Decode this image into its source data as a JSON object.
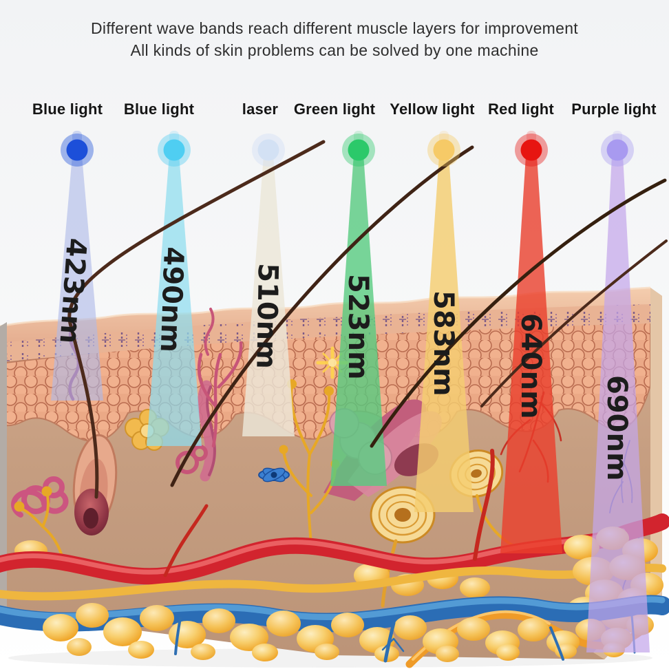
{
  "title": {
    "line1": "Different wave bands reach different muscle layers for improvement",
    "line2": "All kinds of skin problems can be solved by one machine"
  },
  "lights": [
    {
      "label": "Blue light",
      "wavelength": "423nm",
      "dot_color": "#1c4fd9",
      "beam_color": "#aeb9e8"
    },
    {
      "label": "Blue light",
      "wavelength": "490nm",
      "dot_color": "#4fcef2",
      "beam_color": "#8edcee"
    },
    {
      "label": "laser",
      "wavelength": "510nm",
      "dot_color": "#d3e1f4",
      "beam_color": "#ece7d8"
    },
    {
      "label": "Green light",
      "wavelength": "523nm",
      "dot_color": "#2bc96a",
      "beam_color": "#57ca7f"
    },
    {
      "label": "Yellow light",
      "wavelength": "583nm",
      "dot_color": "#f6ca67",
      "beam_color": "#f4cd70"
    },
    {
      "label": "Red light",
      "wavelength": "640nm",
      "dot_color": "#e71511",
      "beam_color": "#ea3f2c"
    },
    {
      "label": "Purple light",
      "wavelength": "690nm",
      "dot_color": "#a89af0",
      "beam_color": "#c3a6ea"
    }
  ],
  "colors": {
    "background": "#f4f5f6",
    "skin_surface": "#eec0a0",
    "epidermis": "#f0ad8b",
    "dermis": "#c8a285",
    "artery": "#d2242e",
    "artery_highlight": "#ee6b6b",
    "vein": "#2b6db5",
    "vein_highlight": "#58a0d8",
    "nerve": "#efb63f",
    "nerve_deep": "#e7a826",
    "fat": "#f3b33c",
    "hair": "#4c2a1b",
    "follicle_bulb": "#7e2d3a",
    "gland_pink": "#cc5580",
    "muscle_pink": "#c25e7c",
    "corpuscle_gold": "#f6da96",
    "stitch_purple": "#6a4b85"
  }
}
